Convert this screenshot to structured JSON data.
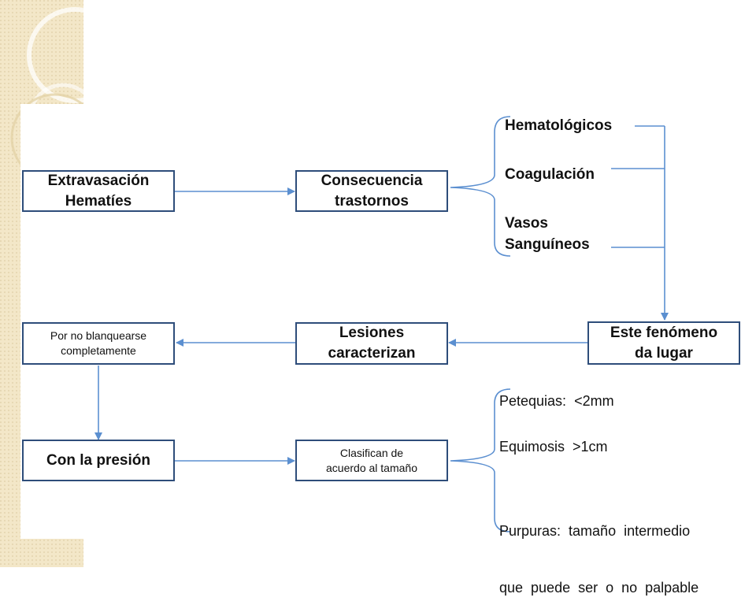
{
  "colors": {
    "box_border": "#2e4d7a",
    "connector": "#5b8fd0",
    "side_strip": "#f3e7c8"
  },
  "boxes": {
    "extravasacion": [
      "Extravasación",
      "Hematíes"
    ],
    "consecuencia": [
      "Consecuencia",
      "trastornos"
    ],
    "fenomeno": [
      "Este fenómeno",
      "da lugar"
    ],
    "lesiones": [
      "Lesiones",
      "caracterizan"
    ],
    "blanquearse": [
      "Por no blanquearse",
      "completamente"
    ],
    "presion": [
      "Con la presión"
    ],
    "clasifican": [
      "Clasifican de",
      "acuerdo al tamaño"
    ]
  },
  "trastornos": {
    "hematologicos": "Hematológicos",
    "coagulacion": "Coagulación",
    "vasos": [
      "Vasos",
      "Sanguíneos"
    ]
  },
  "clasificacion": {
    "petequias": "Petequias:  <2mm",
    "equimosis": "Equimosis  >1cm",
    "purpuras": [
      "Purpuras:  tamaño  intermedio",
      "que  puede  ser  o  no  palpable"
    ]
  }
}
